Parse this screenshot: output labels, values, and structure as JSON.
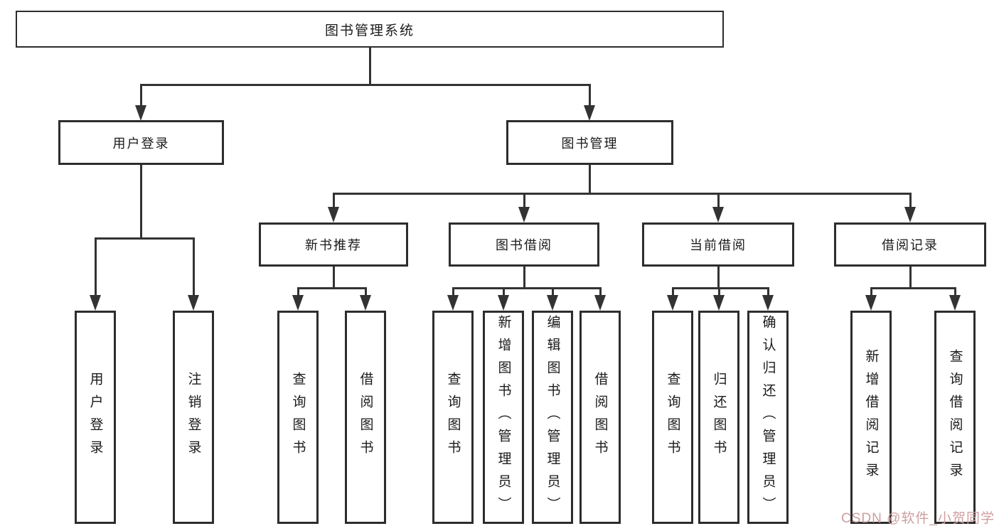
{
  "tree": {
    "label": "图书管理系统",
    "children": [
      {
        "label": "用户登录",
        "children": [
          {
            "label": "用户登录"
          },
          {
            "label": "注销登录"
          }
        ]
      },
      {
        "label": "图书管理",
        "children": [
          {
            "label": "新书推荐",
            "children": [
              {
                "label": "查询图书"
              },
              {
                "label": "借阅图书"
              }
            ]
          },
          {
            "label": "图书借阅",
            "children": [
              {
                "label": "查询图书"
              },
              {
                "label": "新增图书（管理员）"
              },
              {
                "label": "编辑图书（管理员）"
              },
              {
                "label": "借阅图书"
              }
            ]
          },
          {
            "label": "当前借阅",
            "children": [
              {
                "label": "查询图书"
              },
              {
                "label": "归还图书"
              },
              {
                "label": "确认归还（管理员）"
              }
            ]
          },
          {
            "label": "借阅记录",
            "children": [
              {
                "label": "新增借阅记录"
              },
              {
                "label": "查询借阅记录"
              }
            ]
          }
        ]
      }
    ]
  },
  "watermark": {
    "text": "CSDN @软件_小贺同学",
    "color": "#cf9e9e"
  },
  "colors": {
    "background": "#ffffff",
    "line": "#333333",
    "box_border": "#2d2d2d",
    "text": "#1a1a1a"
  }
}
